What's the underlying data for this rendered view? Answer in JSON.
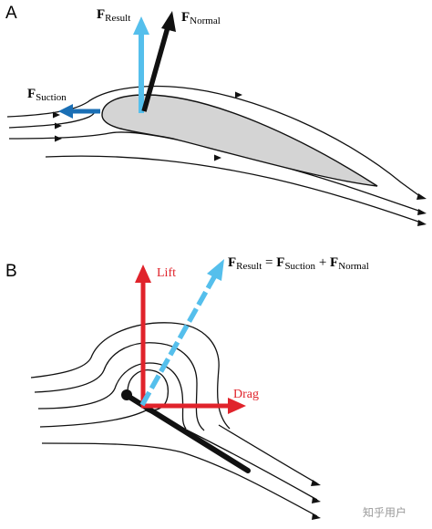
{
  "panel_a": {
    "letter": "A",
    "f_result": {
      "base": "F",
      "sub": "Result"
    },
    "f_normal": {
      "base": "F",
      "sub": "Normal"
    },
    "f_suction": {
      "base": "F",
      "sub": "Suction"
    }
  },
  "panel_b": {
    "letter": "B",
    "equation": {
      "t1_base": "F",
      "t1_sub": "Result",
      "eq": " = ",
      "t2_base": "F",
      "t2_sub": "Suction",
      "plus": " + ",
      "t3_base": "F",
      "t3_sub": "Normal"
    },
    "lift_label": "Lift",
    "drag_label": "Drag"
  },
  "watermark": "知乎用户",
  "colors": {
    "light_blue": "#55bfec",
    "dark_blue": "#1a6fb5",
    "red": "#e0232b",
    "black": "#111111",
    "airfoil_fill": "#d4d4d4"
  }
}
